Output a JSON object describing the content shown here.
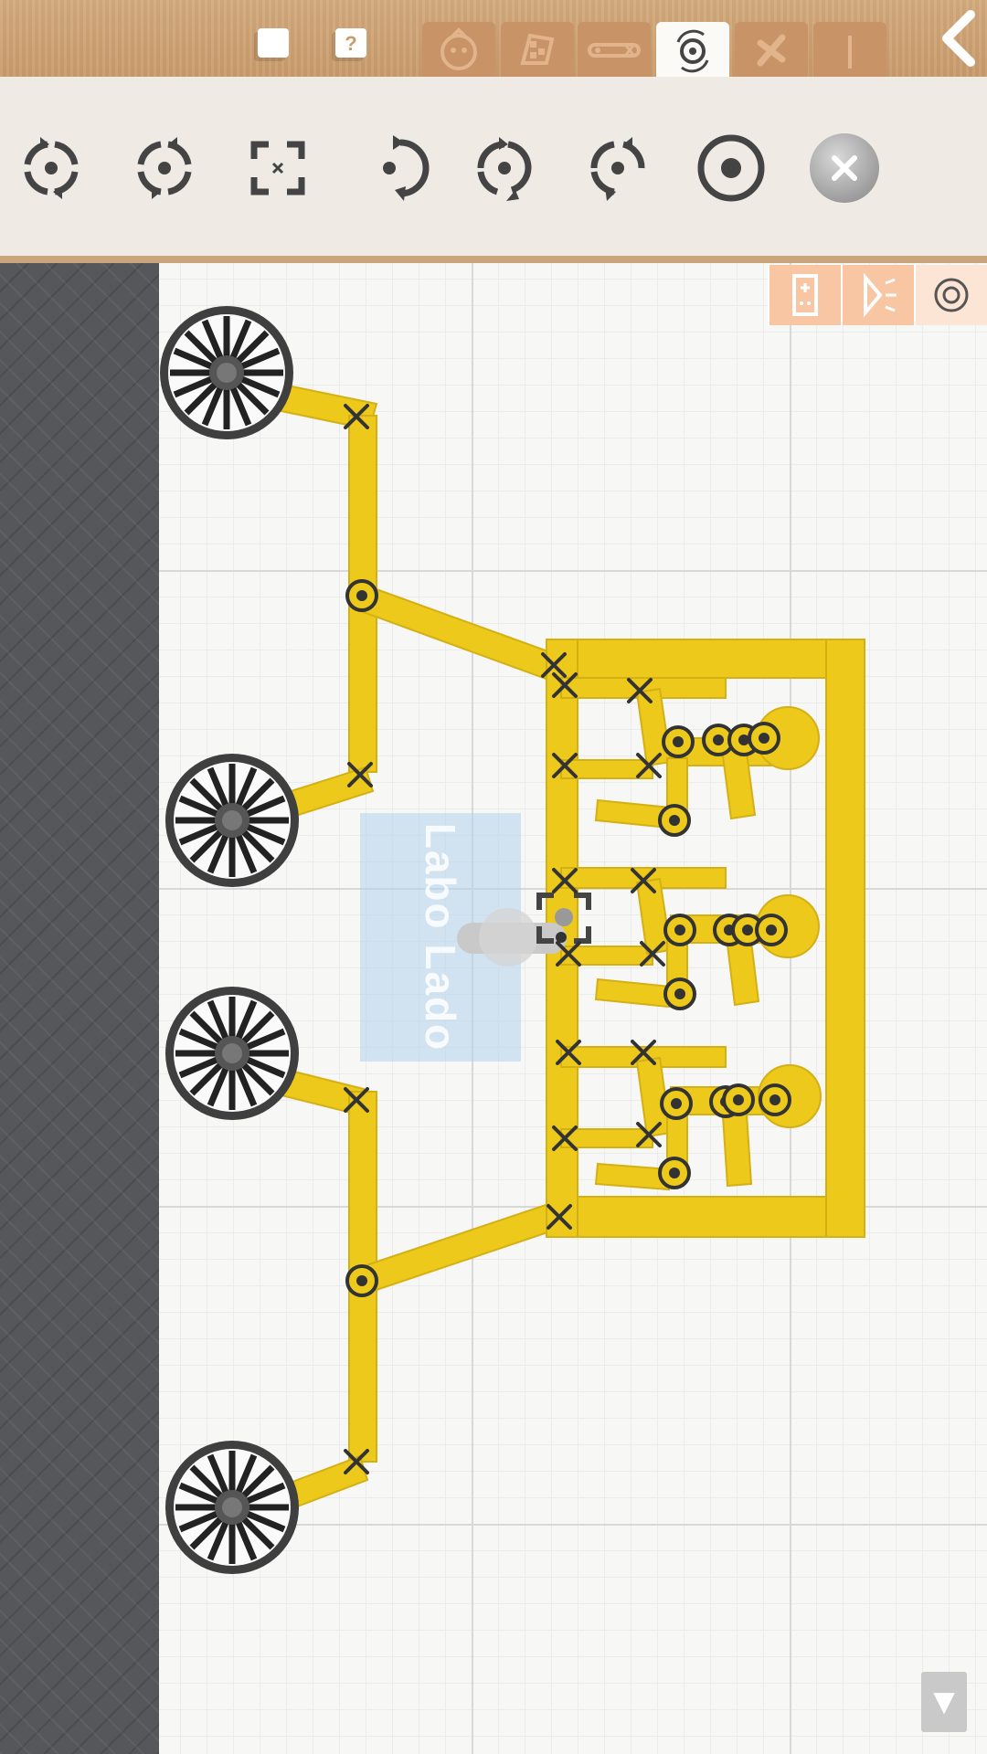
{
  "tabs": {
    "items": [
      {
        "name": "tab-character",
        "selected": false
      },
      {
        "name": "tab-checkered-flag",
        "selected": false
      },
      {
        "name": "tab-connector",
        "selected": false
      },
      {
        "name": "tab-rotation",
        "selected": true
      },
      {
        "name": "tab-cross",
        "selected": false
      },
      {
        "name": "tab-stick",
        "selected": false
      }
    ]
  },
  "toolbar": {
    "tools": [
      "rotate-both-icon",
      "rotate-both-alt-icon",
      "fixed-point-icon",
      "rotate-clockwise-icon",
      "rotate-counterclockwise-icon",
      "rotate-counterclockwise-alt-icon",
      "pivot-point-icon",
      "delete-icon"
    ]
  },
  "mode_buttons": [
    "gamepad-icon",
    "light-sensor-icon",
    "target-icon"
  ],
  "workspace": {
    "label_text": "Labo Lado"
  },
  "colors": {
    "accent_yellow": "#ecc91b",
    "sidebar_gray": "#55575b",
    "tab_active": "#fbfaf7",
    "mode_orange": "#f8c6a2"
  },
  "scroll_button_glyph": "▼"
}
